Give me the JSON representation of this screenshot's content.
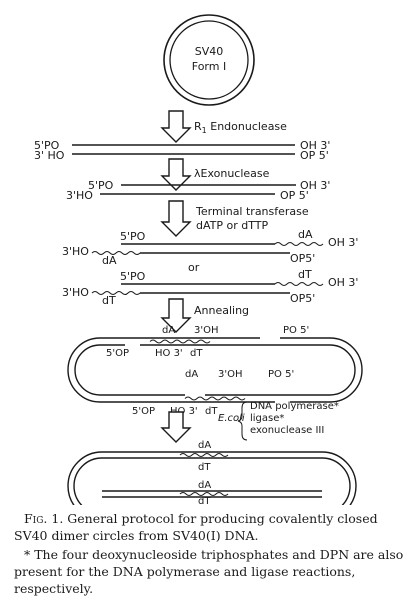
{
  "diagram": {
    "top_circle": {
      "line1": "SV40",
      "line2": "Form I"
    },
    "step1": {
      "enzyme_prefix": "R",
      "enzyme_sub": "1",
      "enzyme_rest": " Endonuclease"
    },
    "duplex1": {
      "top_left": "5'PO",
      "top_right": "OH 3'",
      "bot_left": "3' HO",
      "bot_right": "OP 5'"
    },
    "step2": {
      "enzyme": "λExonuclease"
    },
    "duplex2": {
      "top_left": "5'PO",
      "top_right": "OH 3'",
      "bot_left": "3'HO",
      "bot_right": "OP 5'"
    },
    "step3": {
      "line1": "Terminal transferase",
      "line2": "dATP or dTTP"
    },
    "duplex3a": {
      "top_left": "5'PO",
      "top_right": "OH 3'",
      "bot_left": "3'HO",
      "bot_right": "OP5'",
      "tail_top": "dA",
      "tail_bot": "dA"
    },
    "or_text": "or",
    "duplex3b": {
      "top_left": "5'PO",
      "top_right": "OH 3'",
      "bot_left": "3'HO",
      "bot_right": "OP5'",
      "tail_top": "dT",
      "tail_bot": "dT"
    },
    "step4": {
      "label": "Annealing"
    },
    "dimer_open": {
      "top_dA": "dA",
      "top_3OH": "3'OH",
      "top_PO5": "PO 5'",
      "top_5OP": "5'OP",
      "top_HO3": "HO 3'",
      "top_dT": "dT",
      "bot_dA": "dA",
      "bot_3OH": "3'OH",
      "bot_PO5": "PO 5'",
      "bot_5OP": "5'OP",
      "bot_HO3": "HO 3'",
      "bot_dT": "dT"
    },
    "step5": {
      "organism": "E.coli",
      "enz1": "DNA polymerase*",
      "enz2": "ligase*",
      "enz3": "exonuclease III"
    },
    "dimer_closed": {
      "top_dA": "dA",
      "top_dT": "dT",
      "bot_dA": "dA",
      "bot_dT": "dT"
    }
  },
  "caption": {
    "fig_label": "Fig. 1.",
    "text": "General protocol for producing covalently closed SV40 dimer circles from SV40(I) DNA.",
    "footnote": "* The four deoxynucleoside triphosphates and DPN are also present for the DNA polymerase and ligase reactions, respectively."
  }
}
